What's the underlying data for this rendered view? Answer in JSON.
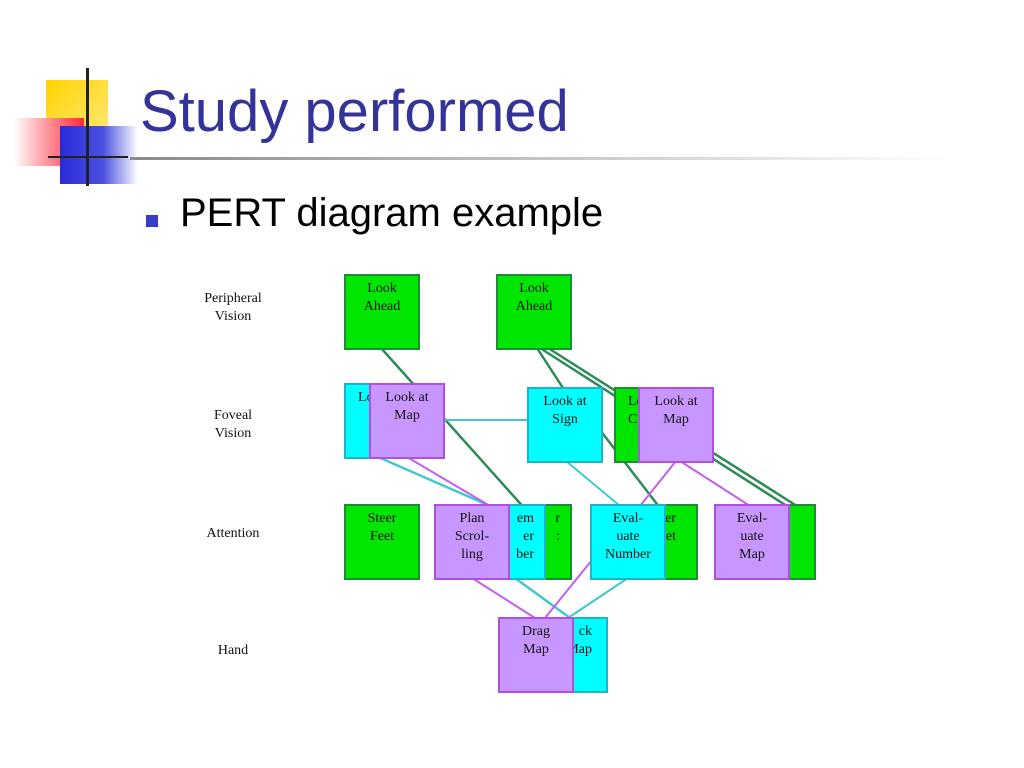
{
  "slide": {
    "title": "Study performed",
    "bullet": "PERT diagram example"
  },
  "colors": {
    "title": "#333399",
    "bullet": "#3a3acc",
    "green_box": "#00e600",
    "cyan_box": "#00ffff",
    "purple_box": "#c896ff"
  },
  "diagram": {
    "row_labels": [
      "Peripheral\nVision",
      "Foveal\nVision",
      "Attention",
      "Hand"
    ],
    "boxes": {
      "look_ahead_1": "Look\nAhead",
      "look_ahead_2": "Look\nAhead",
      "look_cyan_1": "Lo",
      "look_at_map_1": "Look at\nMap",
      "look_at_sign": "Look at\nSign",
      "look_green_partial": "Lo\nC",
      "look_at_map_2": "Look at\nMap",
      "steer_feet_1": "Steer\nFeet",
      "green_partial_2": "r\n:",
      "cyan_partial_remember": "em\ner\nber",
      "plan_scrolling": "Plan\nScrol-\nling",
      "green_partial_steer": "er\net",
      "evaluate_number": "Eval-\nuate\nNumber",
      "green_partial_right": "",
      "evaluate_map": "Eval-\nuate\nMap",
      "click_map_partial": "ck\nMap",
      "drag_map": "Drag\nMap"
    }
  }
}
